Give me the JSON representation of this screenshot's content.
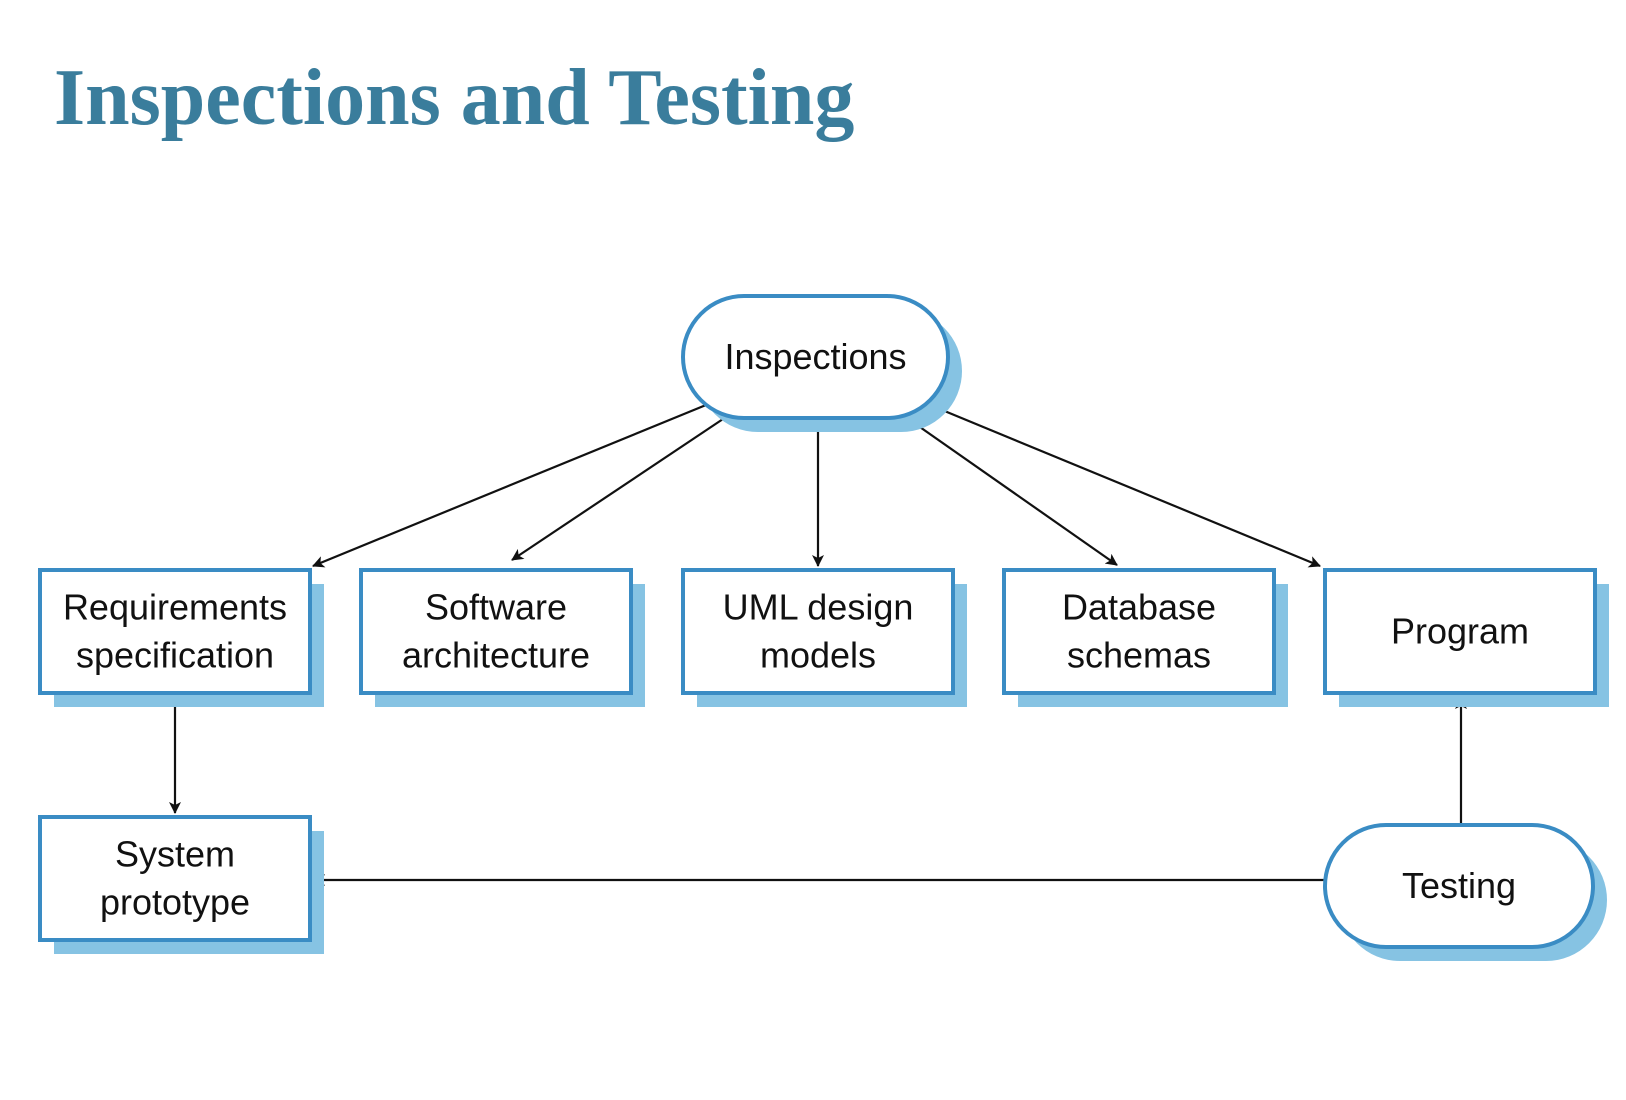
{
  "title": "Inspections and Testing",
  "colors": {
    "title": "#3a7d9c",
    "node_border": "#3a8cc4",
    "shadow": "#86c3e3",
    "node_fill": "#ffffff",
    "arrow": "#111111"
  },
  "nodes": {
    "inspections": {
      "lines": [
        "Inspections"
      ]
    },
    "requirements": {
      "lines": [
        "Requirements",
        "specification"
      ]
    },
    "software_architecture": {
      "lines": [
        "Software",
        "architecture"
      ]
    },
    "uml_design_models": {
      "lines": [
        "UML design",
        "models"
      ]
    },
    "database_schemas": {
      "lines": [
        "Database",
        "schemas"
      ]
    },
    "program": {
      "lines": [
        "Program"
      ]
    },
    "system_prototype": {
      "lines": [
        "System",
        "prototype"
      ]
    },
    "testing": {
      "lines": [
        "Testing"
      ]
    }
  },
  "edges": [
    {
      "from": "inspections",
      "to": "requirements"
    },
    {
      "from": "inspections",
      "to": "software_architecture"
    },
    {
      "from": "inspections",
      "to": "uml_design_models"
    },
    {
      "from": "inspections",
      "to": "database_schemas"
    },
    {
      "from": "inspections",
      "to": "program"
    },
    {
      "from": "requirements",
      "to": "system_prototype"
    },
    {
      "from": "testing",
      "to": "program"
    },
    {
      "from": "testing",
      "to": "system_prototype"
    }
  ]
}
